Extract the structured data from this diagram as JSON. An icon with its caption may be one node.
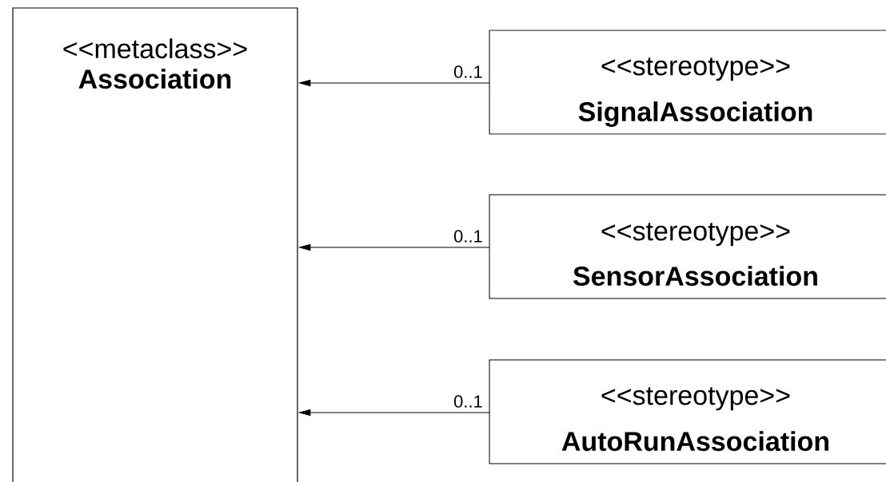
{
  "diagram": {
    "nodes": [
      {
        "text": [
          "<<metaclass>>",
          "Association"
        ]
      },
      {
        "text": [
          "<<stereotype>>",
          "SignalAssociation"
        ]
      },
      {
        "text": [
          "<<stereotype>>",
          "SensorAssociation"
        ]
      },
      {
        "text": [
          "<<stereotype>>",
          "AutoRunAssociation"
        ]
      }
    ],
    "edges": [
      {
        "from": 1,
        "to": 0,
        "arrow": "to",
        "label": "0..1"
      },
      {
        "from": 2,
        "to": 0,
        "arrow": "to",
        "label": "0..1"
      },
      {
        "from": 3,
        "to": 0,
        "arrow": "to",
        "label": "0..1"
      }
    ]
  }
}
